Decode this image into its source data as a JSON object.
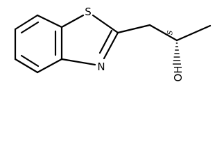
{
  "molecule": {
    "atoms": {
      "sulfur": "S",
      "nitrogen": "N",
      "hydroxyl": "OH"
    },
    "stereo_descriptor": "S"
  }
}
